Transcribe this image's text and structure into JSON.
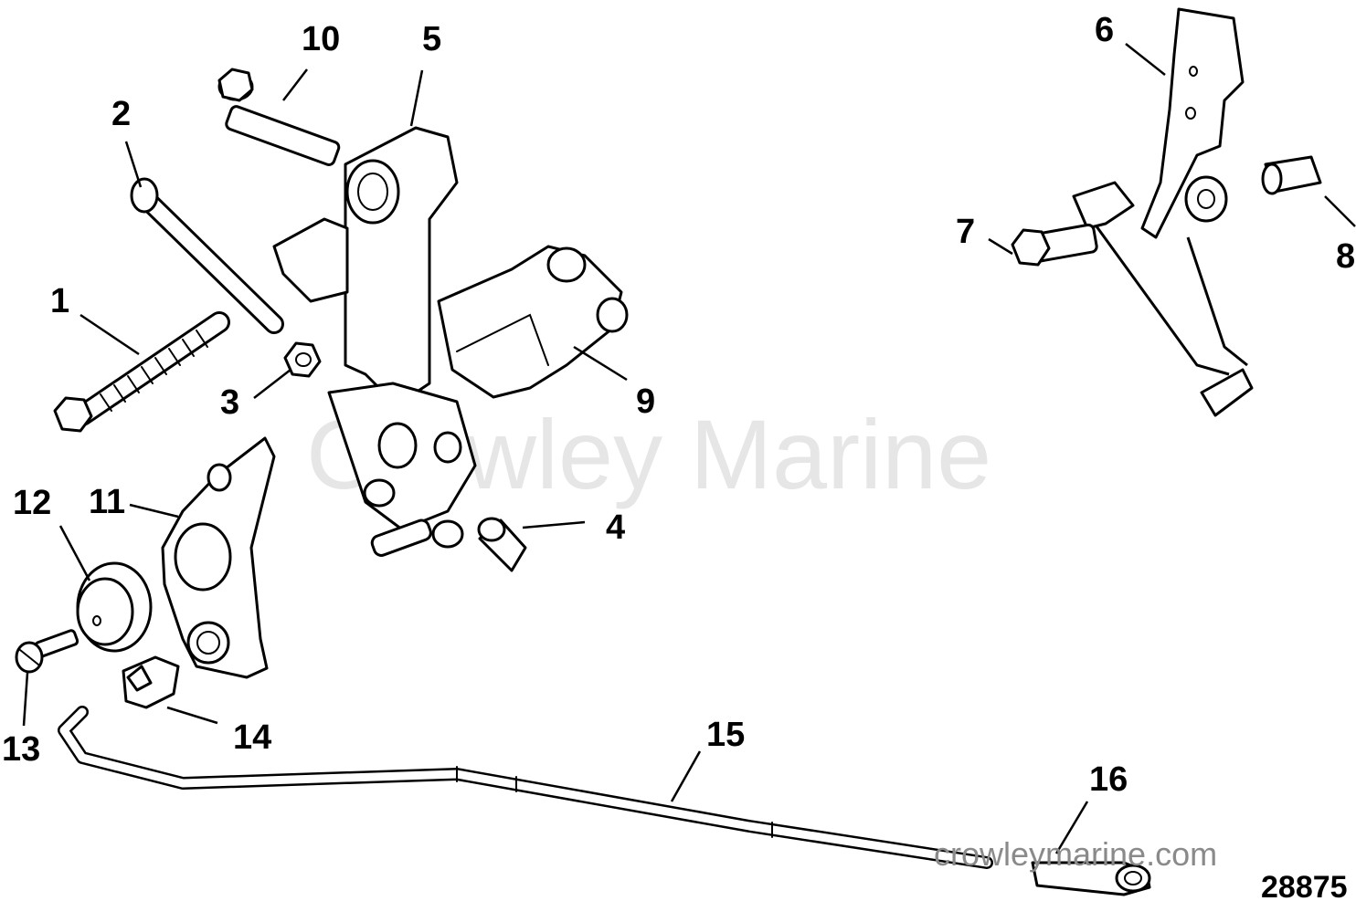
{
  "diagram": {
    "callouts": [
      {
        "id": "1",
        "label": "1"
      },
      {
        "id": "2",
        "label": "2"
      },
      {
        "id": "3",
        "label": "3"
      },
      {
        "id": "4",
        "label": "4"
      },
      {
        "id": "5",
        "label": "5"
      },
      {
        "id": "6",
        "label": "6"
      },
      {
        "id": "7",
        "label": "7"
      },
      {
        "id": "8",
        "label": "8"
      },
      {
        "id": "9",
        "label": "9"
      },
      {
        "id": "10",
        "label": "10"
      },
      {
        "id": "11",
        "label": "11"
      },
      {
        "id": "12",
        "label": "12"
      },
      {
        "id": "13",
        "label": "13"
      },
      {
        "id": "14",
        "label": "14"
      },
      {
        "id": "15",
        "label": "15"
      },
      {
        "id": "16",
        "label": "16"
      }
    ],
    "figure_number": "28875"
  },
  "watermark": {
    "large_text": "Crowley Marine",
    "url_text": "crowleymarine.com"
  }
}
